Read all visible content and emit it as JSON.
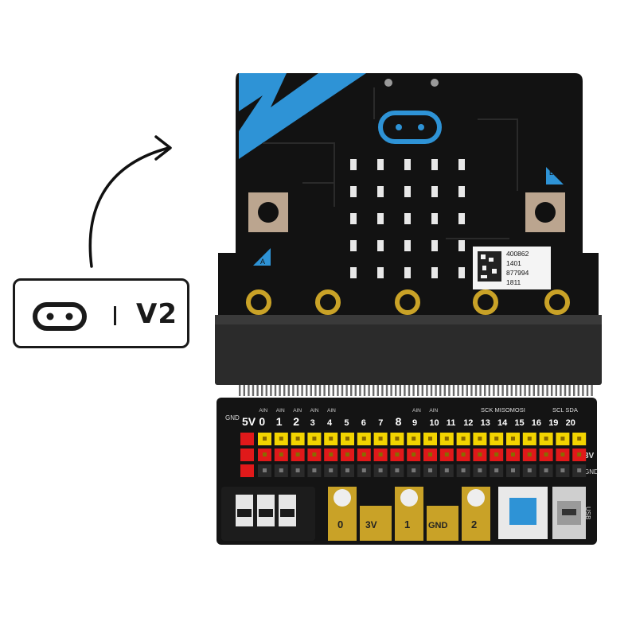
{
  "badge": {
    "logo_icon": "microbit-logo-icon",
    "version": "V2"
  },
  "chip_label": [
    "400862",
    "1401",
    "877994",
    "1811"
  ],
  "buttons": {
    "a": "A",
    "b": "B"
  },
  "pin_row_labels": [
    "5V",
    "0",
    "1",
    "2",
    "3",
    "4",
    "5",
    "6",
    "7",
    "8",
    "9",
    "10",
    "11",
    "12",
    "13",
    "14",
    "15",
    "16",
    "19",
    "20"
  ],
  "ain_labels": [
    "AIN",
    "AIN",
    "AIN",
    "AIN",
    "AIN",
    "AIN",
    "AIN"
  ],
  "spi_label": "SCK MISOMOSI",
  "i2c_label": "SCL SDA",
  "rail_labels": {
    "gnd_left": "GND",
    "v3_right": "3V",
    "gnd_right": "GND",
    "usb": "USB"
  },
  "terminals": [
    "0",
    "3V",
    "1",
    "GND",
    "2"
  ],
  "colors": {
    "pcb": "#121212",
    "accent_blue": "#2e93d6",
    "header_yellow": "#f3d400",
    "header_red": "#e0191a",
    "gold": "#c9a227"
  }
}
